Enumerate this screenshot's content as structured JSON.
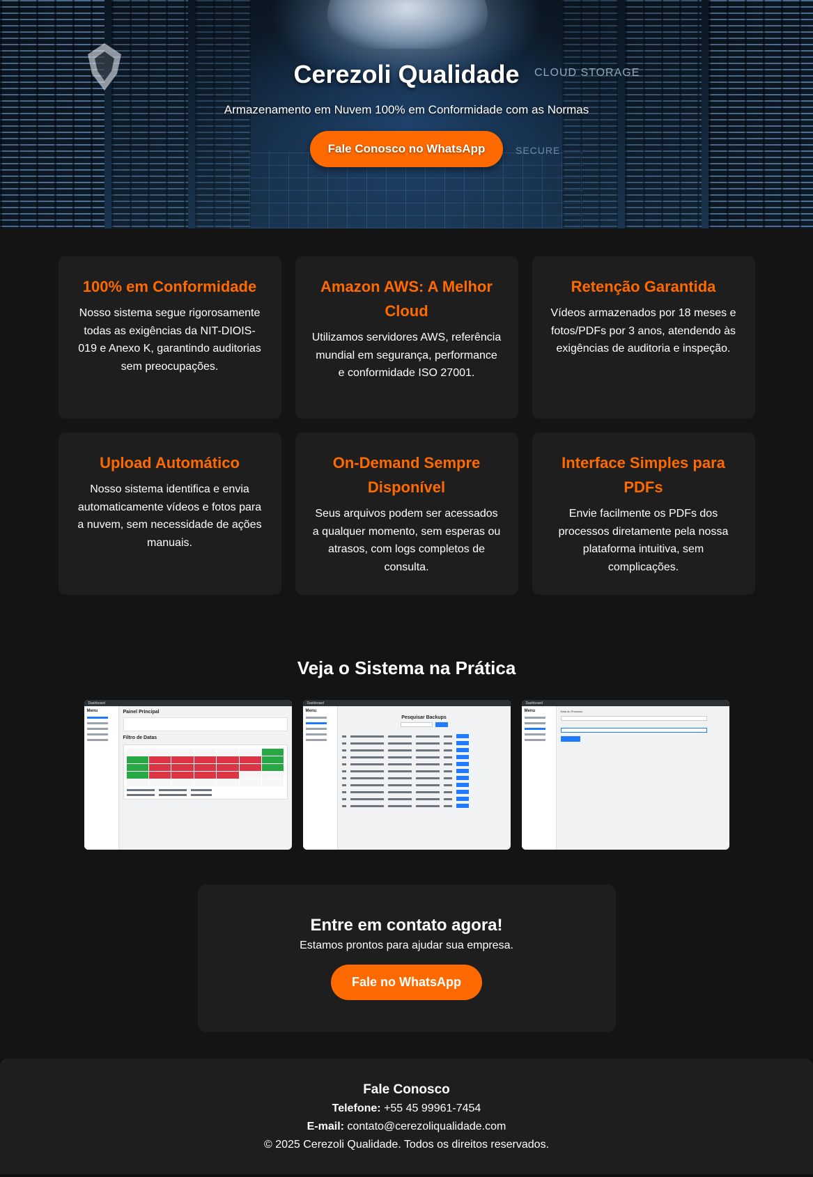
{
  "hero": {
    "title": "Cerezoli Qualidade",
    "subtitle": "Armazenamento em Nuvem 100% em Conformidade com as Normas",
    "button_label": "Fale Conosco no WhatsApp",
    "bg_text_cloud_storage": "CLOUD STORAGE",
    "bg_text_secure": "SECURE"
  },
  "features": [
    {
      "title": "100% em Conformidade",
      "text": "Nosso sistema segue rigorosamente todas as exigências da NIT-DIOIS-019 e Anexo K, garantindo auditorias sem preocupações."
    },
    {
      "title": "Amazon AWS: A Melhor Cloud",
      "text": "Utilizamos servidores AWS, referência mundial em segurança, performance e conformidade ISO 27001."
    },
    {
      "title": "Retenção Garantida",
      "text": "Vídeos armazenados por 18 meses e fotos/PDFs por 3 anos, atendendo às exigências de auditoria e inspeção."
    },
    {
      "title": "Upload Automático",
      "text": "Nosso sistema identifica e envia automaticamente vídeos e fotos para a nuvem, sem necessidade de ações manuais."
    },
    {
      "title": "On-Demand Sempre Disponível",
      "text": "Seus arquivos podem ser acessados a qualquer momento, sem esperas ou atrasos, com logs completos de consulta."
    },
    {
      "title": "Interface Simples para PDFs",
      "text": "Envie facilmente os PDFs dos processos diretamente pela nossa plataforma intuitiva, sem complicações."
    }
  ],
  "showcase": {
    "title": "Veja o Sistema na Prática",
    "shots": [
      {
        "bar": "Dashboard",
        "menu": "Menu",
        "heading": "Painel Principal",
        "subheading": "Filtro de Datas"
      },
      {
        "bar": "Dashboard",
        "menu": "Menu",
        "heading": "Pesquisar Backups"
      },
      {
        "bar": "Dashboard",
        "menu": "Menu",
        "heading": "Data do Processo"
      }
    ]
  },
  "contact": {
    "title": "Entre em contato agora!",
    "subtitle": "Estamos prontos para ajudar sua empresa.",
    "button_label": "Fale no WhatsApp"
  },
  "footer": {
    "title": "Fale Conosco",
    "phone_label": "Telefone:",
    "phone": "+55 45 99961-7454",
    "email_label": "E-mail:",
    "email": "contato@cerezoliqualidade.com",
    "copyright": "© 2025 Cerezoli Qualidade. Todos os direitos reservados."
  },
  "colors": {
    "accent": "#ff6a00",
    "background": "#141414",
    "card": "#1e1e1e"
  }
}
